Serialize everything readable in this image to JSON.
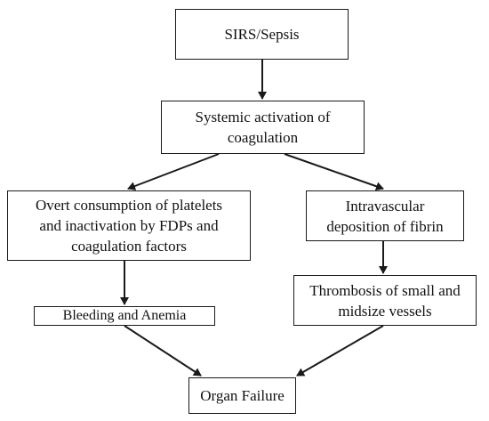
{
  "nodes": {
    "sirs": {
      "label": "SIRS/Sepsis"
    },
    "systemic": {
      "line1": "Systemic activation of",
      "line2": "coagulation"
    },
    "overt": {
      "line1": "Overt consumption of platelets",
      "line2": "and inactivation by FDPs and",
      "line3": "coagulation factors"
    },
    "intravascular": {
      "line1": "Intravascular",
      "line2": "deposition of fibrin"
    },
    "bleeding": {
      "label": "Bleeding and Anemia"
    },
    "thrombosis": {
      "line1": "Thrombosis of small and",
      "line2": "midsize vessels"
    },
    "organ": {
      "label": "Organ Failure"
    }
  },
  "edges": [
    {
      "from": "SIRS/Sepsis",
      "to": "Systemic activation of coagulation"
    },
    {
      "from": "Systemic activation of coagulation",
      "to": "Overt consumption of platelets and inactivation by FDPs and coagulation factors"
    },
    {
      "from": "Systemic activation of coagulation",
      "to": "Intravascular deposition of fibrin"
    },
    {
      "from": "Overt consumption of platelets and inactivation by FDPs and coagulation factors",
      "to": "Bleeding and Anemia"
    },
    {
      "from": "Intravascular deposition of fibrin",
      "to": "Thrombosis of small and midsize vessels"
    },
    {
      "from": "Bleeding and Anemia",
      "to": "Organ Failure"
    },
    {
      "from": "Thrombosis of small and midsize vessels",
      "to": "Organ Failure"
    }
  ],
  "colors": {
    "stroke": "#1a1a1a",
    "background": "#ffffff"
  }
}
